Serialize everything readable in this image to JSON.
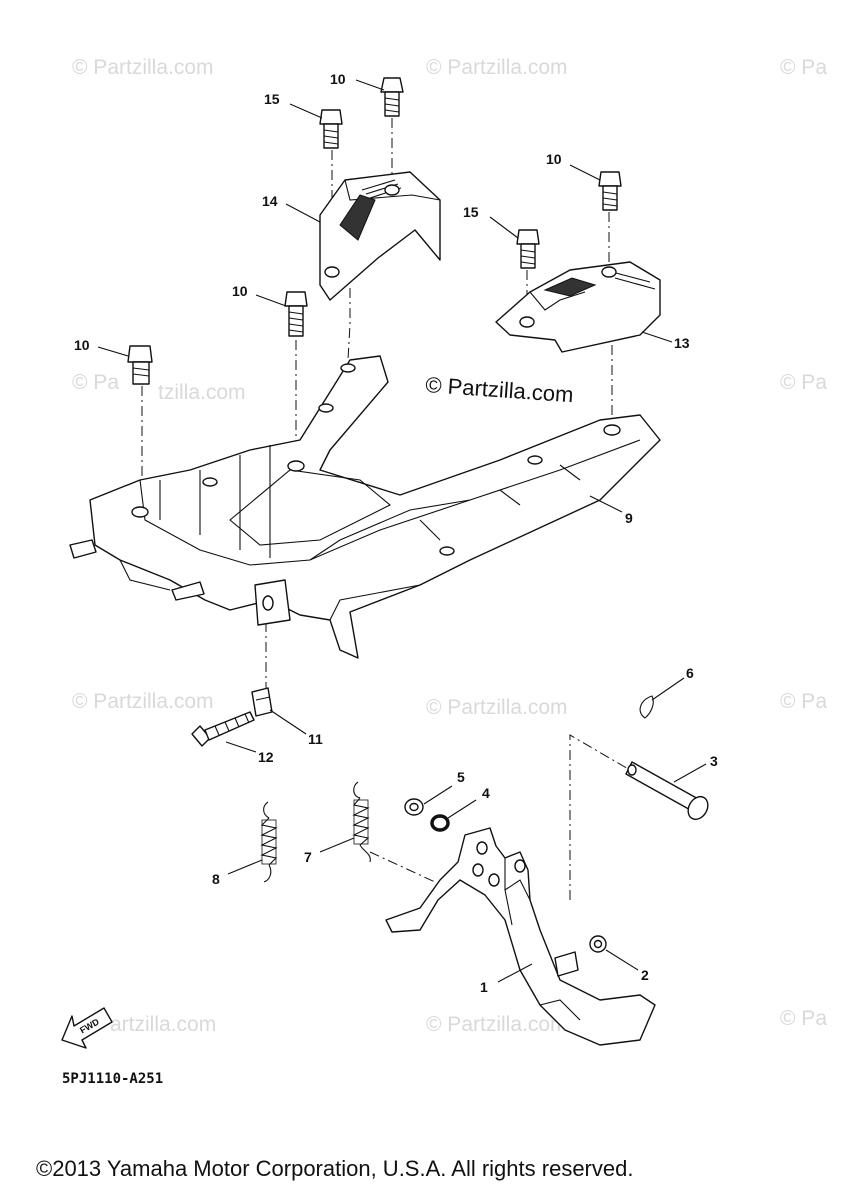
{
  "watermarks": {
    "text": "© Partzilla.com",
    "fragment_right": "© Pa",
    "fragment_mid": "© Pa",
    "fragment_mid_tail": "tzilla.com",
    "fragment_bottom_tail": "artzilla.com",
    "center": "© Partzilla.com"
  },
  "callouts": {
    "c1": "1",
    "c2": "2",
    "c3": "3",
    "c4": "4",
    "c5": "5",
    "c6": "6",
    "c7": "7",
    "c8": "8",
    "c9": "9",
    "c10a": "10",
    "c10b": "10",
    "c10c": "10",
    "c10d": "10",
    "c11": "11",
    "c12": "12",
    "c13": "13",
    "c14": "14",
    "c15a": "15",
    "c15b": "15"
  },
  "fwd_label": "FWD",
  "diagram_code": "5PJ1110-A251",
  "copyright": "©2013 Yamaha Motor Corporation, U.S.A. All rights reserved."
}
